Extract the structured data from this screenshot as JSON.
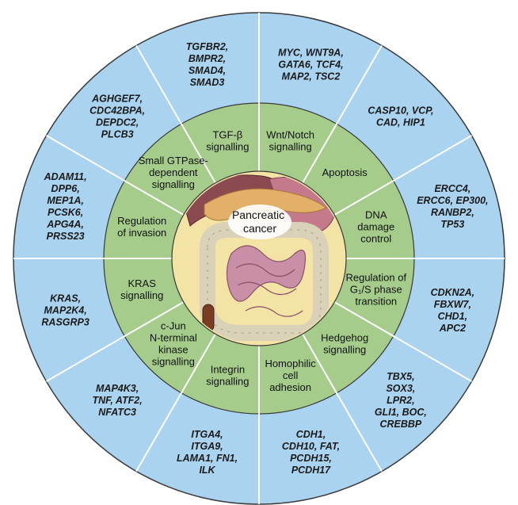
{
  "center": {
    "lines": [
      "Pancreatic",
      "cancer"
    ],
    "illustration": "digestive-organs-illustration"
  },
  "colors": {
    "outer_ring": "#a9d3ef",
    "middle_ring": "#a5cc8b",
    "inner_disc": "#f3e3a4",
    "divider": "#ffffff",
    "outline": "#333333"
  },
  "pathways": [
    {
      "id": "wnt-notch",
      "pathway": [
        "Wnt/Notch",
        "signalling"
      ],
      "genes": [
        "MYC, WNT9A,",
        "GATA6, TCF4,",
        "MAP2, TSC2"
      ]
    },
    {
      "id": "apoptosis",
      "pathway": [
        "Apoptosis"
      ],
      "genes": [
        "CASP10, VCP,",
        "CAD, HIP1"
      ]
    },
    {
      "id": "dna-damage-control",
      "pathway": [
        "DNA",
        "damage",
        "control"
      ],
      "genes": [
        "ERCC4,",
        "ERCC6, EP300,",
        "RANBP2,",
        "TP53"
      ]
    },
    {
      "id": "g1s-transition",
      "pathway": [
        "Regulation of",
        "G₁/S phase",
        "transition"
      ],
      "genes": [
        "CDKN2A,",
        "FBXW7,",
        "CHD1,",
        "APC2"
      ]
    },
    {
      "id": "hedgehog",
      "pathway": [
        "Hedgehog",
        "signalling"
      ],
      "genes": [
        "TBX5,",
        "SOX3,",
        "LPR2,",
        "GLI1, BOC,",
        "CREBBP"
      ]
    },
    {
      "id": "homophilic-adhesion",
      "pathway": [
        "Homophilic",
        "cell",
        "adhesion"
      ],
      "genes": [
        "CDH1,",
        "CDH10, FAT,",
        "PCDH15,",
        "PCDH17"
      ]
    },
    {
      "id": "integrin",
      "pathway": [
        "Integrin",
        "signalling"
      ],
      "genes": [
        "ITGA4,",
        "ITGA9,",
        "LAMA1, FN1,",
        "ILK"
      ]
    },
    {
      "id": "c-jun-kinase",
      "pathway": [
        "c-Jun",
        "N-terminal",
        "kinase",
        "signalling"
      ],
      "genes": [
        "MAP4K3,",
        "TNF, ATF2,",
        "NFATC3"
      ]
    },
    {
      "id": "kras",
      "pathway": [
        "KRAS",
        "signalling"
      ],
      "genes": [
        "KRAS,",
        "MAP2K4,",
        "RASGRP3"
      ]
    },
    {
      "id": "invasion",
      "pathway": [
        "Regulation",
        "of invasion"
      ],
      "genes": [
        "ADAM11,",
        "DPP6,",
        "MEP1A,",
        "PCSK6,",
        "APG4A,",
        "PRSS23"
      ]
    },
    {
      "id": "small-gtpase",
      "pathway": [
        "Small GTPase-",
        "dependent",
        "signalling"
      ],
      "genes": [
        "AGHGEF7,",
        "CDC42BPA,",
        "DEPDC2,",
        "PLCB3"
      ]
    },
    {
      "id": "tgf-beta",
      "pathway": [
        "TGF-β",
        "signalling"
      ],
      "genes": [
        "TGFBR2,",
        "BMPR2,",
        "SMAD4,",
        "SMAD3"
      ]
    }
  ]
}
